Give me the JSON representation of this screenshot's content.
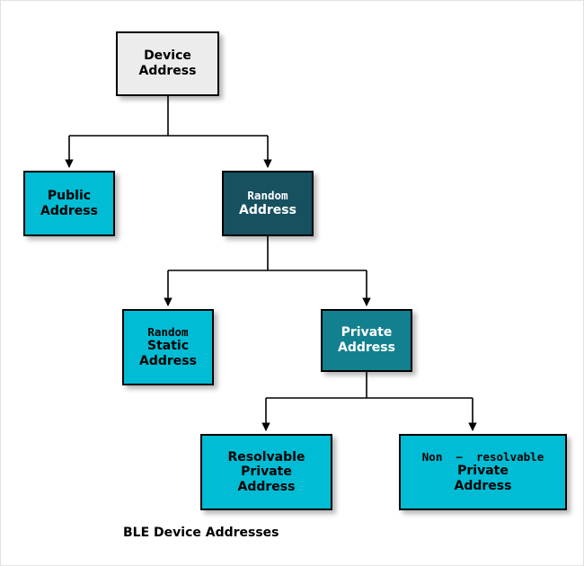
{
  "diagram": {
    "caption": "BLE Device Addresses",
    "background_color": "#ffffff",
    "edge_color": "#000000",
    "palette": {
      "root_fill": "#ececec",
      "cyan_fill": "#00bcd4",
      "dark_teal_fill": "#17505f",
      "mid_teal_fill": "#12808f",
      "border": "#000000",
      "dark_text": "#000000",
      "light_text": "#ffffff"
    },
    "nodes": [
      {
        "id": "device-address",
        "lines": [
          "Device",
          "Address"
        ],
        "line_styles": [
          "sans",
          "sans"
        ],
        "fill": "root_fill",
        "text_color": "dark"
      },
      {
        "id": "public-address",
        "lines": [
          "Public",
          "Address"
        ],
        "line_styles": [
          "sans",
          "sans"
        ],
        "fill": "cyan_fill",
        "text_color": "dark"
      },
      {
        "id": "random-address",
        "lines": [
          "Random",
          "Address"
        ],
        "line_styles": [
          "mono",
          "sans"
        ],
        "fill": "dark_teal_fill",
        "text_color": "light"
      },
      {
        "id": "random-static-address",
        "lines": [
          "Random",
          "Static",
          "Address"
        ],
        "line_styles": [
          "mono",
          "sans",
          "sans"
        ],
        "fill": "cyan_fill",
        "text_color": "dark"
      },
      {
        "id": "private-address",
        "lines": [
          "Private",
          "Address"
        ],
        "line_styles": [
          "sans",
          "sans"
        ],
        "fill": "mid_teal_fill",
        "text_color": "light"
      },
      {
        "id": "resolvable-private-address",
        "lines": [
          "Resolvable",
          "Private",
          "Address"
        ],
        "line_styles": [
          "sans",
          "sans",
          "sans"
        ],
        "fill": "cyan_fill",
        "text_color": "dark"
      },
      {
        "id": "non-resolvable-private-address",
        "lines": [
          "Non  −  resolvable",
          "Private",
          "Address"
        ],
        "line_styles": [
          "mono",
          "sans",
          "sans"
        ],
        "fill": "cyan_fill",
        "text_color": "dark"
      }
    ],
    "edges": [
      {
        "from": "device-address",
        "to": "public-address"
      },
      {
        "from": "device-address",
        "to": "random-address"
      },
      {
        "from": "random-address",
        "to": "random-static-address"
      },
      {
        "from": "random-address",
        "to": "private-address"
      },
      {
        "from": "private-address",
        "to": "resolvable-private-address"
      },
      {
        "from": "private-address",
        "to": "non-resolvable-private-address"
      }
    ]
  }
}
